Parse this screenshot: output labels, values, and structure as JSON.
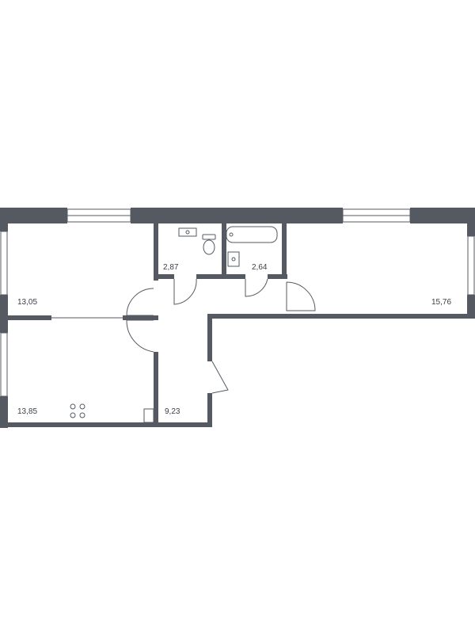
{
  "floorplan": {
    "rooms": [
      {
        "id": "room-left-top",
        "area": "13,05"
      },
      {
        "id": "toilet",
        "area": "2,87"
      },
      {
        "id": "bathroom",
        "area": "2,64"
      },
      {
        "id": "room-right",
        "area": "15,76"
      },
      {
        "id": "kitchen",
        "area": "13,85"
      },
      {
        "id": "hallway",
        "area": "9,23"
      }
    ],
    "colors": {
      "wall": "#555a62",
      "background": "#ffffff"
    },
    "icons": [
      "toilet-icon",
      "sink-icon",
      "bathtub-icon",
      "stove-icon",
      "door-swing-icon"
    ]
  }
}
